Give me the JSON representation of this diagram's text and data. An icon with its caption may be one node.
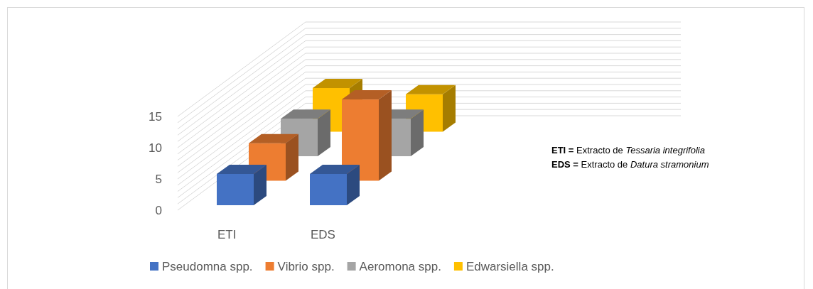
{
  "diagram": {
    "labels": [
      "15",
      "10",
      "5",
      "0",
      "ETI",
      "EDS",
      "**ETI =** Extracto de *Tessaria integrifolia*",
      "**EDS =** Extracto de *Datura stramonium*"
    ],
    "legend": [
      {
        "text": "Pseudomna spp.",
        "color": "#4472c4"
      },
      {
        "text": "Vibrio spp.",
        "color": "#ed7d31"
      },
      {
        "text": "Aeromona spp.",
        "color": "#a5a5a5"
      },
      {
        "text": "Edwarsiella spp.",
        "color": "#ffc000"
      }
    ]
  }
}
